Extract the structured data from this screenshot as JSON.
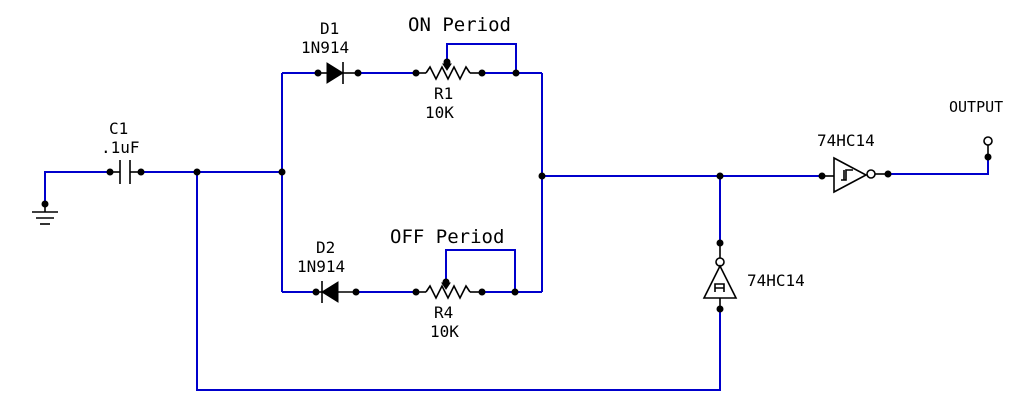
{
  "colors": {
    "wire": "#0000cc",
    "component": "#000000",
    "background": "#ffffff"
  },
  "labels": {
    "on_period": "ON Period",
    "off_period": "OFF Period",
    "output": "OUTPUT"
  },
  "components": {
    "c1": {
      "ref": "C1",
      "value": ".1uF"
    },
    "d1": {
      "ref": "D1",
      "value": "1N914"
    },
    "d2": {
      "ref": "D2",
      "value": "1N914"
    },
    "r1": {
      "ref": "R1",
      "value": "10K"
    },
    "r4": {
      "ref": "R4",
      "value": "10K"
    },
    "u1": {
      "part": "74HC14"
    },
    "u2": {
      "part": "74HC14"
    }
  }
}
